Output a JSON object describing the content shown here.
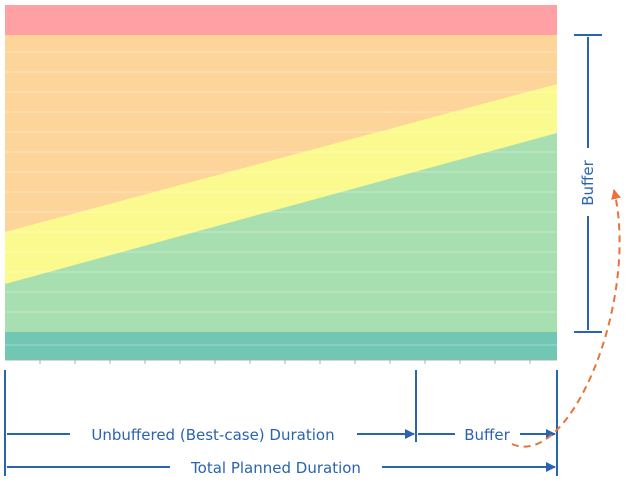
{
  "labels": {
    "unbuffered_duration": "Unbuffered (Best-case) Duration",
    "buffer_horizontal": "Buffer",
    "total_planned_duration": "Total Planned Duration",
    "buffer_vertical": "Buffer"
  },
  "colors": {
    "red_zone": "#ffa0a4",
    "orange_zone": "#fdd49a",
    "yellow_zone": "#fbfa8e",
    "green_zone": "#a8dfb0",
    "teal_zone": "#72c6b4",
    "dimension_line": "#2a63b0",
    "curved_arrow": "#e9733b",
    "grid_line": "#ffffff"
  }
}
